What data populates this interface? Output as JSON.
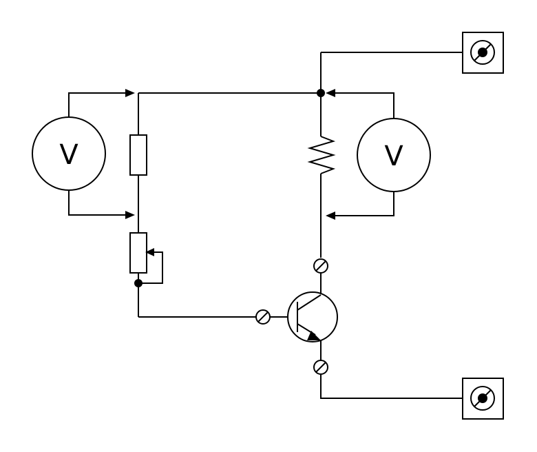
{
  "diagram": {
    "type": "circuit-schematic",
    "colors": {
      "line": "#000000",
      "background": "#ffffff"
    },
    "voltmeter_left": {
      "symbol": "V"
    },
    "voltmeter_right": {
      "symbol": "V"
    },
    "components": [
      "fixed-resistor",
      "potentiometer",
      "zigzag-resistor",
      "npn-transistor",
      "socket-top",
      "socket-bottom"
    ]
  }
}
